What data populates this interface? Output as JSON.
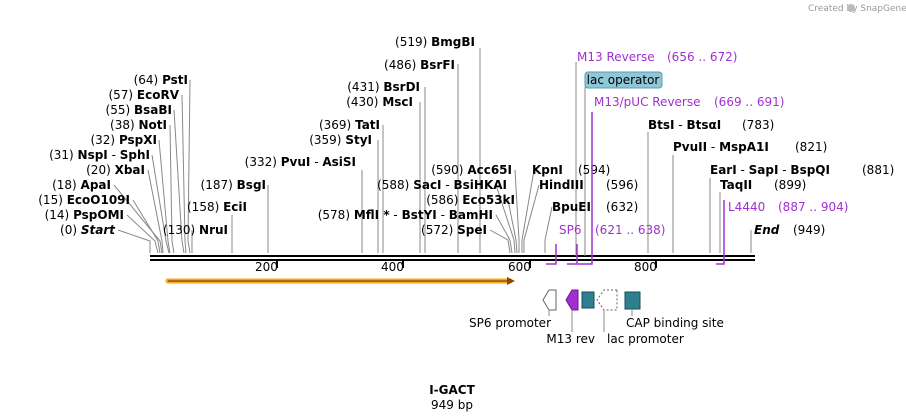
{
  "brand": "Created by SnapGene",
  "title": "I-GACT",
  "length": "949 bp",
  "axis": [
    "200",
    "400",
    "600",
    "800"
  ],
  "sites_left": [
    {
      "num": "(0)",
      "name": "Start"
    },
    {
      "num": "(14)",
      "name": "PspOMI"
    },
    {
      "num": "(15)",
      "name": "EcoO109I"
    },
    {
      "num": "(18)",
      "name": "ApaI"
    },
    {
      "num": "(20)",
      "name": "XbaI"
    },
    {
      "num": "(31)",
      "name": "NspI",
      "extra": "SphI"
    },
    {
      "num": "(32)",
      "name": "PspXI"
    },
    {
      "num": "(38)",
      "name": "NotI"
    },
    {
      "num": "(55)",
      "name": "BsaBI"
    },
    {
      "num": "(57)",
      "name": "EcoRV"
    },
    {
      "num": "(64)",
      "name": "PstI"
    }
  ],
  "sites_mid": [
    {
      "num": "(130)",
      "name": "NruI"
    },
    {
      "num": "(158)",
      "name": "EciI"
    },
    {
      "num": "(187)",
      "name": "BsgI"
    },
    {
      "num": "(332)",
      "name": "PvuI",
      "extra": "AsiSI"
    },
    {
      "num": "(359)",
      "name": "StyI"
    },
    {
      "num": "(369)",
      "name": "TatI"
    },
    {
      "num": "(430)",
      "name": "MscI"
    },
    {
      "num": "(431)",
      "name": "BsrDI"
    },
    {
      "num": "(486)",
      "name": "BsrFI"
    },
    {
      "num": "(519)",
      "name": "BmgBI"
    },
    {
      "num": "(578)",
      "name": "MflI *",
      "extra": "BstYI",
      "extra2": "BamHI"
    },
    {
      "num": "(588)",
      "name": "SacI",
      "extra": "BsiHKAI"
    },
    {
      "num": "(586)",
      "name": "Eco53kI"
    },
    {
      "num": "(590)",
      "name": "Acc65I"
    },
    {
      "num": "(572)",
      "name": "SpeI"
    }
  ],
  "sites_right": [
    {
      "name": "KpnI",
      "num": "(594)"
    },
    {
      "name": "HindIII",
      "num": "(596)"
    },
    {
      "name": "BpuEI",
      "num": "(632)"
    },
    {
      "name": "BtsI",
      "extra": "BtsαI",
      "num": "(783)"
    },
    {
      "name": "PvuII",
      "extra": "MspA1I",
      "num": "(821)"
    },
    {
      "name": "EarI",
      "extra": "SapI",
      "extra2": "BspQI",
      "num": "(881)"
    },
    {
      "name": "TaqII",
      "num": "(899)"
    },
    {
      "name": "End",
      "num": "(949)"
    }
  ],
  "primers": [
    {
      "name": "M13 Reverse",
      "range": "(656 .. 672)"
    },
    {
      "name": "M13/pUC Reverse",
      "range": "(669 .. 691)"
    },
    {
      "name": "SP6",
      "range": "(621 .. 638)"
    },
    {
      "name": "L4440",
      "range": "(887 .. 904)"
    }
  ],
  "lac_operator": "lac operator",
  "features": {
    "sp6_promoter": "SP6 promoter",
    "m13_rev": "M13 rev",
    "lac_promoter": "lac promoter",
    "cap_site": "CAP binding site"
  },
  "colors": {
    "primer": "#a030d0",
    "orf": "#f5a623",
    "cap": "#2f7f8f",
    "lacop": "#8ec8d8"
  }
}
